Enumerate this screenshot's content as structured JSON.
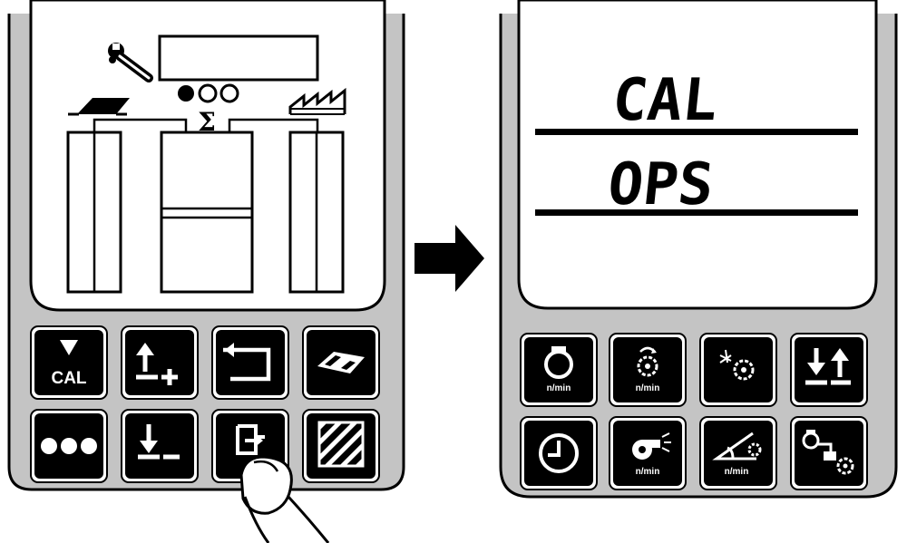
{
  "colors": {
    "ink": "#000000",
    "panel": "#c4c4c4",
    "screen": "#ffffff",
    "key": "#000000",
    "key_frame": "#ffffff"
  },
  "left_panel": {
    "display_icons": [
      "wrench-icon",
      "blank-text-box",
      "dot-indicators-icon",
      "field-area-icon",
      "sum-icon",
      "sawtooth-icon",
      "bar-gauge-left",
      "bar-gauge-center",
      "bar-gauge-right"
    ],
    "keys": [
      {
        "name": "cal-down-key",
        "icon": "triangle-down-icon",
        "label": "CAL"
      },
      {
        "name": "raise-plus-key",
        "icon": "arrow-up-plus-icon",
        "label": ""
      },
      {
        "name": "return-key",
        "icon": "return-arrow-icon",
        "label": ""
      },
      {
        "name": "field-key",
        "icon": "field-tile-icon",
        "label": ""
      },
      {
        "name": "dots-key",
        "icon": "three-dots-icon",
        "label": ""
      },
      {
        "name": "lower-key",
        "icon": "arrow-down-line-icon",
        "label": ""
      },
      {
        "name": "enter-key",
        "icon": "enter-arrow-icon",
        "label": ""
      },
      {
        "name": "hatched-key",
        "icon": "hatched-square-icon",
        "label": ""
      }
    ],
    "finger": "finger-pressing-icon"
  },
  "transition_arrow": "right-arrow-icon",
  "right_panel": {
    "display": {
      "line1": "CAL",
      "line2": "OPS"
    },
    "keys": [
      {
        "name": "pto-rpm-key",
        "icon": "pto-shaft-icon",
        "label": "n/min"
      },
      {
        "name": "rotor-rpm-key",
        "icon": "rotor-gear-icon",
        "label": "n/min"
      },
      {
        "name": "spread-gear-key",
        "icon": "spread-gear-icon",
        "label": ""
      },
      {
        "name": "down-up-key",
        "icon": "arrow-down-up-icon",
        "label": ""
      },
      {
        "name": "clock-key",
        "icon": "clock-icon",
        "label": ""
      },
      {
        "name": "blower-rpm-key",
        "icon": "blower-icon",
        "label": "n/min"
      },
      {
        "name": "angle-rpm-key",
        "icon": "angle-icon",
        "label": "n/min"
      },
      {
        "name": "drive-gear-key",
        "icon": "drive-gear-icon",
        "label": ""
      }
    ]
  }
}
